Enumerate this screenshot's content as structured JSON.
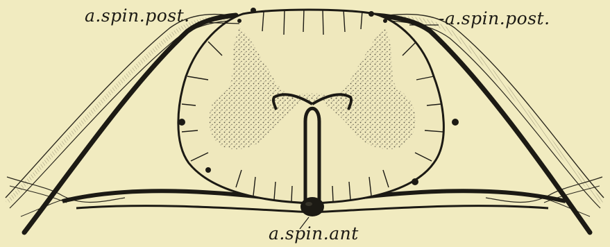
{
  "figure": {
    "labels": {
      "posterior_left": "a.spin.post.",
      "posterior_right": "-a.spin.post.",
      "anterior": "a.spin.ant"
    },
    "colors": {
      "paper": "#f1ebc0",
      "ink": "#1c1a14",
      "gray_matter": "#5a5548"
    }
  }
}
